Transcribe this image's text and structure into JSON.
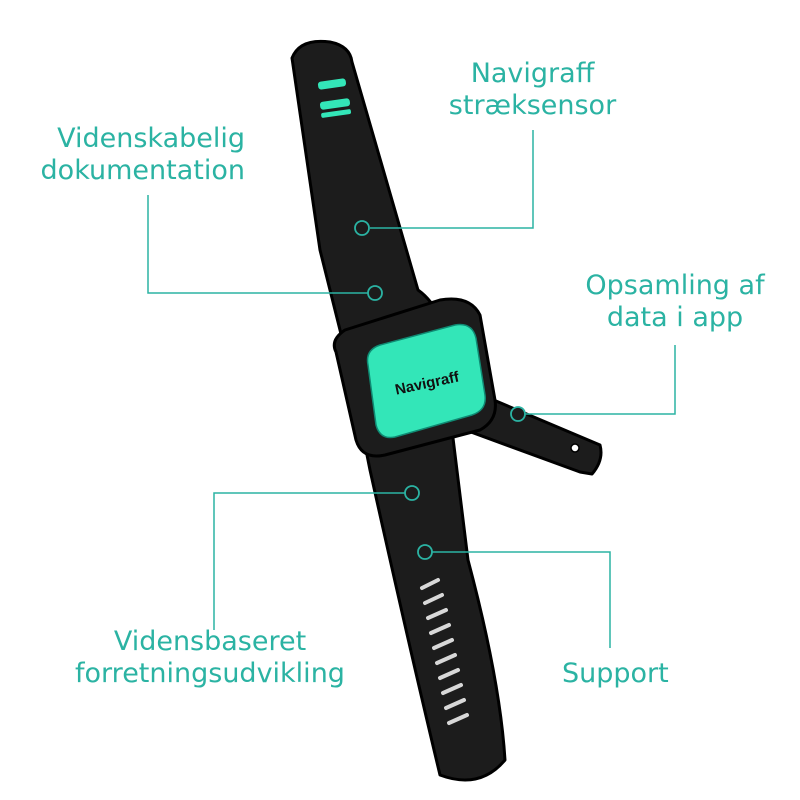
{
  "brand_logo": "Navigraff",
  "colors": {
    "accent": "#2bb3a3",
    "face": "#33e6b8",
    "band": "#1c1c1c"
  },
  "callouts": {
    "sensor": {
      "line1": "Navigraff",
      "line2": "stræksensor"
    },
    "docs": {
      "line1": "Videnskabelig",
      "line2": "dokumentation"
    },
    "app": {
      "line1": "Opsamling af",
      "line2": "data i app"
    },
    "business": {
      "line1": "Vidensbaseret",
      "line2": "forretningsudvikling"
    },
    "support": {
      "line1": "Support"
    }
  }
}
